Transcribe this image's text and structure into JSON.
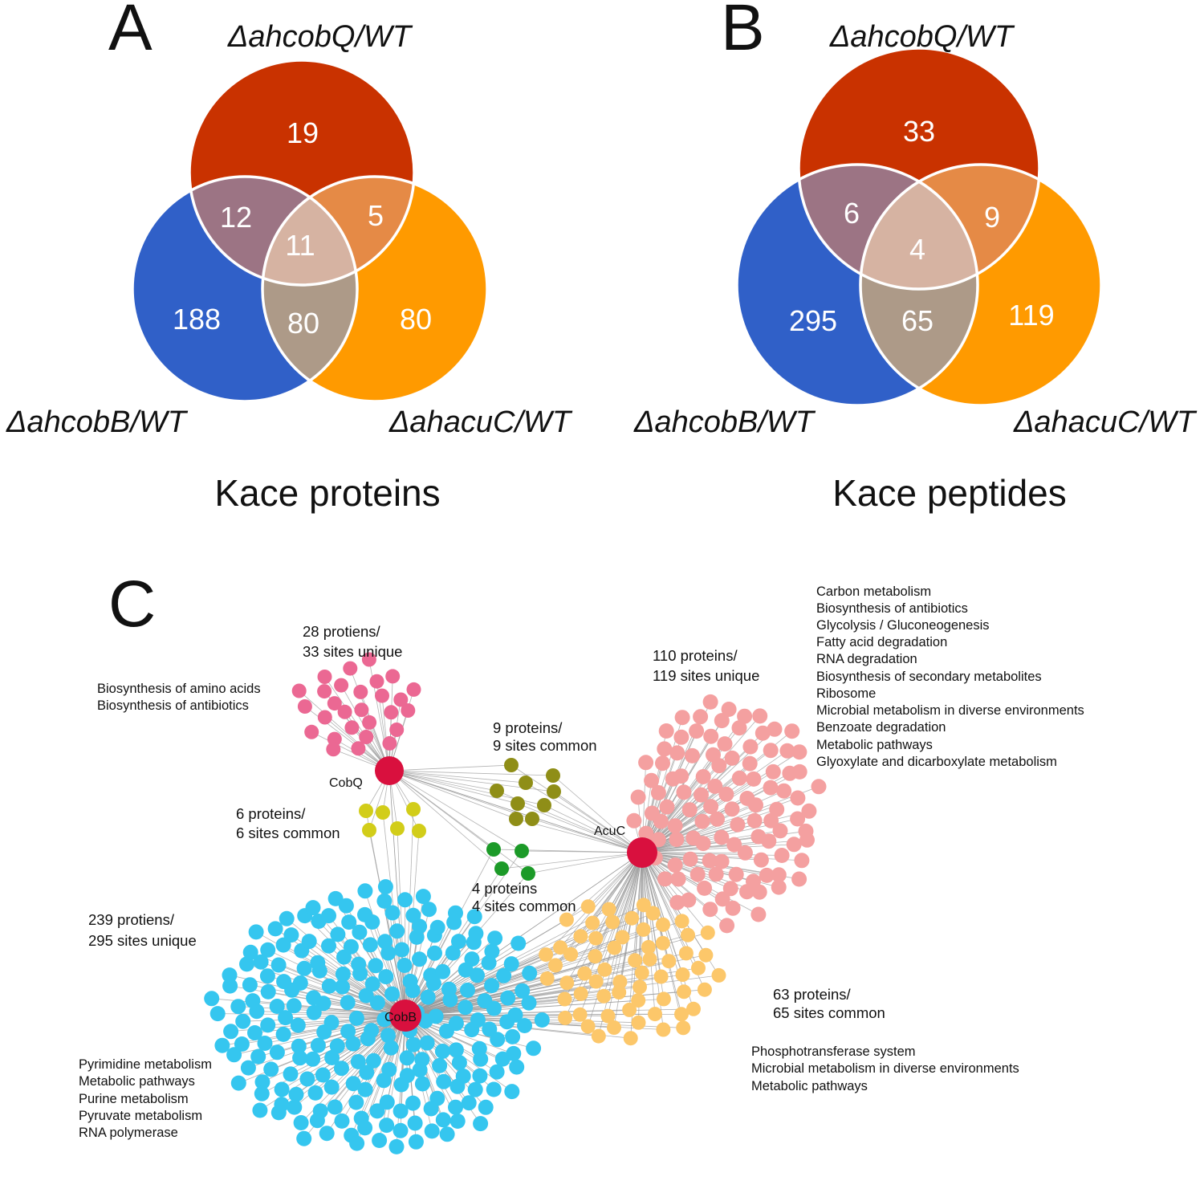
{
  "colors": {
    "cobQ_region": "#c93200",
    "cobB_region": "#3060c8",
    "acuC_region": "#ff9a00",
    "qb_overlap": "#9c7484",
    "qc_overlap": "#e58a46",
    "bc_overlap": "#ad9a88",
    "center_overlap": "#d6b3a2",
    "hub": "#d9103e",
    "q_unique_nodes": "#eb6893",
    "c_unique_nodes": "#f4a0a0",
    "b_unique_nodes": "#35c6ef",
    "bc_common_nodes": "#fcc76a",
    "qc_common_nodes": "#8f8e17",
    "qb_common_nodes": "#d2cd19",
    "all_common_nodes": "#1c9a28",
    "edge": "#999999"
  },
  "panels": {
    "A": {
      "letter": "A",
      "caption": "Kace proteins",
      "labels": {
        "top": "ΔahcobQ/WT",
        "left": "ΔahcobB/WT",
        "right": "ΔahacuC/WT"
      },
      "counts": {
        "q_only": "19",
        "b_only": "188",
        "c_only": "80",
        "qb": "12",
        "qc": "5",
        "bc": "80",
        "qbc": "11"
      }
    },
    "B": {
      "letter": "B",
      "caption": "Kace peptides",
      "labels": {
        "top": "ΔahcobQ/WT",
        "left": "ΔahcobB/WT",
        "right": "ΔahacuC/WT"
      },
      "counts": {
        "q_only": "33",
        "b_only": "295",
        "c_only": "119",
        "qb": "6",
        "qc": "9",
        "bc": "65",
        "qbc": "4"
      }
    },
    "C": {
      "letter": "C",
      "hubs": {
        "cobQ": "CobQ",
        "acuC": "AcuC",
        "cobB": "CobB"
      },
      "groups": {
        "q_unique": {
          "line1": "28 protiens/",
          "line2": "33 sites unique",
          "count": 28
        },
        "c_unique": {
          "line1": "110 proteins/",
          "line2": "119 sites unique",
          "count": 110
        },
        "b_unique": {
          "line1": "239 protiens/",
          "line2": "295 sites unique",
          "count": 239
        },
        "qc_common": {
          "line1": "9 proteins/",
          "line2": "9 sites common",
          "count": 9
        },
        "qb_common": {
          "line1": "6 proteins/",
          "line2": "6 sites common",
          "count": 6
        },
        "all_common": {
          "line1": "4 proteins",
          "line2": "4 sites common",
          "count": 4
        },
        "bc_common": {
          "line1": "63 proteins/",
          "line2": "65 sites common",
          "count": 63
        }
      },
      "pathways": {
        "q": [
          "Biosynthesis of amino acids",
          "Biosynthesis of antibiotics"
        ],
        "c": [
          "Carbon metabolism",
          "Biosynthesis of antibiotics",
          "Glycolysis / Gluconeogenesis",
          "Fatty acid degradation",
          "RNA degradation",
          "Biosynthesis of secondary metabolites",
          "Ribosome",
          "Microbial metabolism in diverse environments",
          "Benzoate degradation",
          "Metabolic pathways",
          "Glyoxylate and dicarboxylate metabolism"
        ],
        "b": [
          "Pyrimidine metabolism",
          "Metabolic pathways",
          "Purine metabolism",
          "Pyruvate metabolism",
          "RNA polymerase"
        ],
        "bc": [
          "Phosphotransferase system",
          "Microbial metabolism in diverse environments",
          "Metabolic pathways"
        ]
      }
    }
  }
}
